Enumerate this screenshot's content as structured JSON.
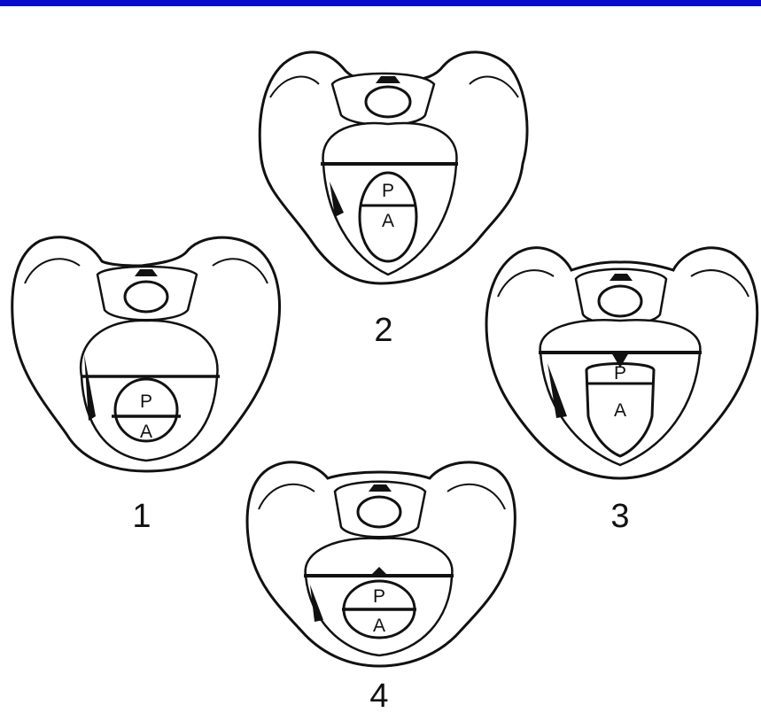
{
  "figures": [
    {
      "number": "1",
      "top_label": "P",
      "bottom_label": "A"
    },
    {
      "number": "2",
      "top_label": "P",
      "bottom_label": "A"
    },
    {
      "number": "3",
      "top_label": "P",
      "bottom_label": "A"
    },
    {
      "number": "4",
      "top_label": "P",
      "bottom_label": "A"
    }
  ],
  "colors": {
    "top_bar": "#0a0acd",
    "ink": "#111111",
    "paper": "#ffffff"
  }
}
